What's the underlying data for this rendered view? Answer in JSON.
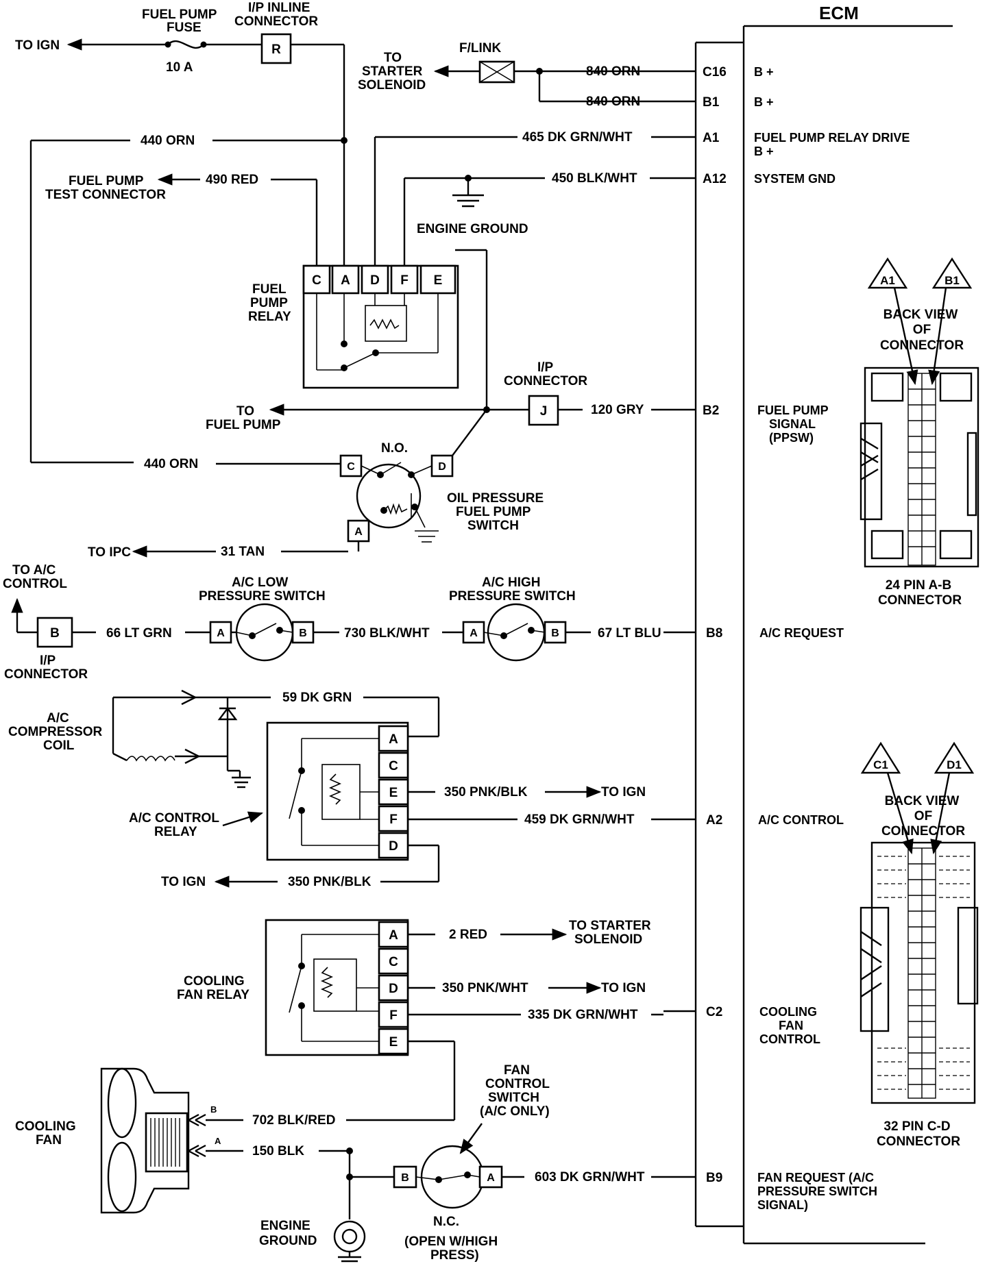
{
  "ecm": {
    "title": "ECM",
    "pins": [
      {
        "pin": "C16",
        "function": "B +",
        "wire": "840 ORN"
      },
      {
        "pin": "B1",
        "function": "B +",
        "wire": "840 ORN"
      },
      {
        "pin": "A1",
        "function": "FUEL PUMP RELAY DRIVE",
        "function2": "B +",
        "wire": "465 DK GRN/WHT"
      },
      {
        "pin": "A12",
        "function": "SYSTEM GND",
        "wire": "450 BLK/WHT"
      },
      {
        "pin": "B2",
        "function": "FUEL PUMP",
        "function2": "SIGNAL",
        "function3": "(PPSW)",
        "wire": "120 GRY"
      },
      {
        "pin": "B8",
        "function": "A/C REQUEST",
        "wire": "67 LT BLU"
      },
      {
        "pin": "A2",
        "function": "A/C CONTROL",
        "wire": "459 DK GRN/WHT"
      },
      {
        "pin": "C2",
        "function": "COOLING",
        "function2": "FAN",
        "function3": "CONTROL",
        "wire": "335 DK GRN/WHT"
      },
      {
        "pin": "B9",
        "function": "FAN REQUEST (A/C",
        "function2": "PRESSURE SWITCH",
        "function3": "SIGNAL)",
        "wire": "603 DK GRN/WHT"
      }
    ]
  },
  "top": {
    "to_ign": "TO IGN",
    "fuse_line1": "FUEL PUMP",
    "fuse_line2": "FUSE",
    "fuse_rating": "10 A",
    "inline_line1": "I/P INLINE",
    "inline_line2": "CONNECTOR",
    "inline_pin": "R",
    "starter_line1": "TO",
    "starter_line2": "STARTER",
    "starter_line3": "SOLENOID",
    "flink": "F/LINK"
  },
  "fuel_pump_relay": {
    "label1": "FUEL",
    "label2": "PUMP",
    "label3": "RELAY",
    "pins": [
      "C",
      "A",
      "D",
      "F",
      "E"
    ],
    "wire_440_top": "440 ORN",
    "wire_490": "490 RED",
    "test_conn1": "FUEL PUMP",
    "test_conn2": "TEST CONNECTOR",
    "engine_ground": "ENGINE GROUND",
    "to_fuel_pump1": "TO",
    "to_fuel_pump2": "FUEL PUMP"
  },
  "oil_switch": {
    "ip_conn1": "I/P",
    "ip_conn2": "CONNECTOR",
    "ip_pin": "J",
    "no": "N.O.",
    "pin_c": "C",
    "pin_d": "D",
    "pin_a": "A",
    "label1": "OIL PRESSURE",
    "label2": "FUEL PUMP",
    "label3": "SWITCH",
    "wire_440": "440 ORN",
    "wire_31": "31 TAN",
    "to_ipc": "TO IPC"
  },
  "ac_request": {
    "to_ac1": "TO A/C",
    "to_ac2": "CONTROL",
    "ip_pin": "B",
    "ip_conn1": "I/P",
    "ip_conn2": "CONNECTOR",
    "wire_66": "66 LT GRN",
    "low1": "A/C LOW",
    "low2": "PRESSURE SWITCH",
    "wire_730": "730 BLK/WHT",
    "high1": "A/C HIGH",
    "high2": "PRESSURE SWITCH",
    "pin_a": "A",
    "pin_b": "B"
  },
  "ac_relay": {
    "wire_59": "59 DK GRN",
    "compressor1": "A/C",
    "compressor2": "COMPRESSOR",
    "compressor3": "COIL",
    "pins": [
      "A",
      "C",
      "E",
      "F",
      "D"
    ],
    "wire_350e": "350 PNK/BLK",
    "to_ign": "TO IGN",
    "relay1": "A/C CONTROL",
    "relay2": "RELAY",
    "wire_350d": "350 PNK/BLK",
    "to_ign_left": "TO IGN"
  },
  "fan_relay": {
    "pins": [
      "A",
      "C",
      "D",
      "F",
      "E"
    ],
    "wire_2": "2 RED",
    "starter1": "TO STARTER",
    "starter2": "SOLENOID",
    "wire_350": "350 PNK/WHT",
    "to_ign": "TO IGN",
    "label1": "COOLING",
    "label2": "FAN RELAY"
  },
  "fan": {
    "label1": "COOLING",
    "label2": "FAN",
    "pin_b": "B",
    "pin_a": "A",
    "wire_702": "702 BLK/RED",
    "wire_150": "150 BLK",
    "switch1": "FAN",
    "switch2": "CONTROL",
    "switch3": "SWITCH",
    "switch4": "(A/C ONLY)",
    "nc": "N.C.",
    "open1": "(OPEN W/HIGH",
    "open2": "PRESS)",
    "ground1": "ENGINE",
    "ground2": "GROUND",
    "pin_sw_b": "B",
    "pin_sw_a": "A"
  },
  "connectors": {
    "ab_a1": "A1",
    "ab_b1": "B1",
    "ab_back1": "BACK VIEW",
    "ab_back2": "OF",
    "ab_back3": "CONNECTOR",
    "ab_name1": "24 PIN  A-B",
    "ab_name2": "CONNECTOR",
    "cd_c1": "C1",
    "cd_d1": "D1",
    "cd_back1": "BACK VIEW",
    "cd_back2": "OF",
    "cd_back3": "CONNECTOR",
    "cd_name1": "32  PIN C-D",
    "cd_name2": "CONNECTOR"
  }
}
